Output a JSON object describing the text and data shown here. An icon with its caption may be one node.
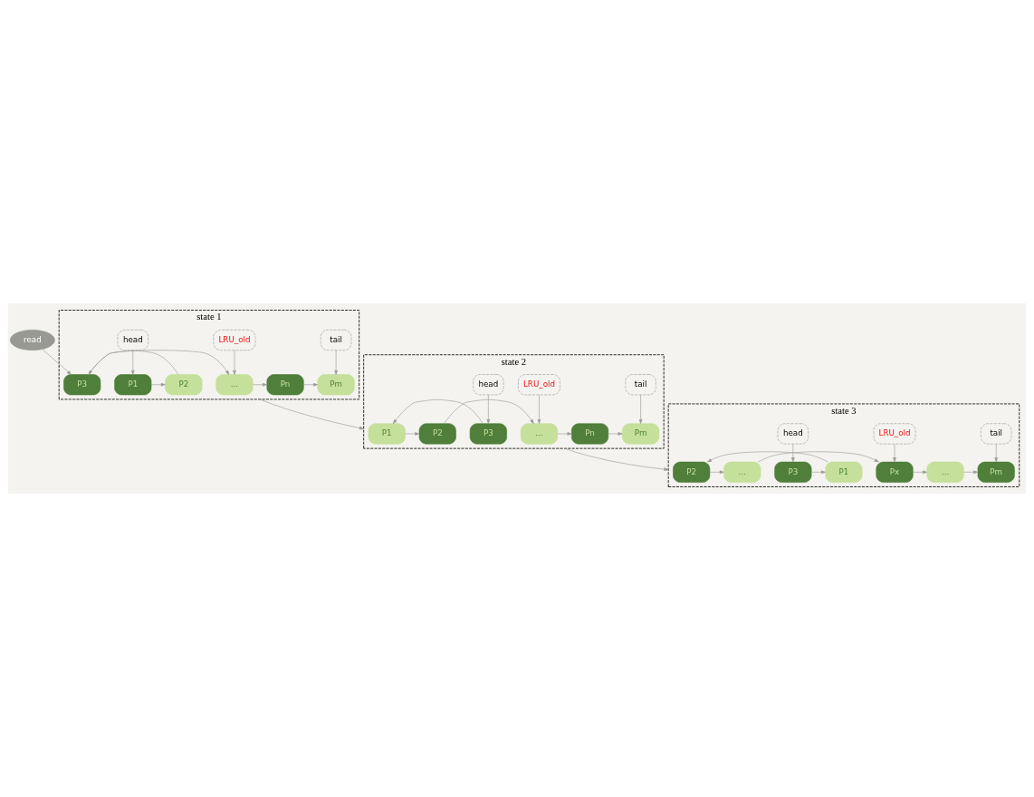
{
  "diagram": {
    "nodes": [
      {
        "text": [
          "read"
        ]
      },
      {
        "text": [
          "state 1"
        ]
      },
      {
        "text": [
          "head"
        ],
        "in": 1
      },
      {
        "text": [
          "LRU_old"
        ],
        "in": 1
      },
      {
        "text": [
          "tail"
        ],
        "in": 1
      },
      {
        "text": [
          "P1"
        ],
        "in": 1
      },
      {
        "text": [
          "P2"
        ],
        "in": 1
      },
      {
        "text": [
          "P3"
        ],
        "in": 1
      },
      {
        "text": [
          "..."
        ],
        "in": 1
      },
      {
        "text": [
          "Pn"
        ],
        "in": 1
      },
      {
        "text": [
          "Pm"
        ],
        "in": 1
      },
      {
        "text": [
          "state 2"
        ]
      },
      {
        "text": [
          "head"
        ],
        "in": 11
      },
      {
        "text": [
          "LRU_old"
        ],
        "in": 11
      },
      {
        "text": [
          "tail"
        ],
        "in": 11
      },
      {
        "text": [
          "P3"
        ],
        "in": 11
      },
      {
        "text": [
          "P1"
        ],
        "in": 11
      },
      {
        "text": [
          "P2"
        ],
        "in": 11
      },
      {
        "text": [
          "..."
        ],
        "in": 11
      },
      {
        "text": [
          "Pn"
        ],
        "in": 11
      },
      {
        "text": [
          "Pm"
        ],
        "in": 11
      },
      {
        "text": [
          "state 3"
        ]
      },
      {
        "text": [
          "head"
        ],
        "in": 21
      },
      {
        "text": [
          "LRU_old"
        ],
        "in": 21
      },
      {
        "text": [
          "tail"
        ],
        "in": 21
      },
      {
        "text": [
          "P3"
        ],
        "in": 21
      },
      {
        "text": [
          "P1"
        ],
        "in": 21
      },
      {
        "text": [
          "P2"
        ],
        "in": 21
      },
      {
        "text": [
          "..."
        ],
        "in": 21
      },
      {
        "text": [
          "Px"
        ],
        "in": 21
      },
      {
        "text": [
          "..."
        ],
        "in": 21
      },
      {
        "text": [
          "Pm"
        ],
        "in": 21
      }
    ],
    "edges": [
      {
        "from": 0,
        "to": 7,
        "arrow": "to"
      },
      {
        "from": 2,
        "to": 5,
        "arrow": "to"
      },
      {
        "from": 3,
        "to": 8,
        "arrow": "to"
      },
      {
        "from": 4,
        "to": 10,
        "arrow": "to"
      },
      {
        "from": 5,
        "to": 6,
        "arrow": "to"
      },
      {
        "from": 6,
        "to": 7,
        "arrow": "to"
      },
      {
        "from": 7,
        "to": 8,
        "arrow": "to"
      },
      {
        "from": 8,
        "to": 9,
        "arrow": "to"
      },
      {
        "from": 9,
        "to": 10,
        "arrow": "to"
      },
      {
        "from": 1,
        "to": 11,
        "arrow": "to"
      },
      {
        "from": 12,
        "to": 15,
        "arrow": "to"
      },
      {
        "from": 13,
        "to": 18,
        "arrow": "to"
      },
      {
        "from": 14,
        "to": 20,
        "arrow": "to"
      },
      {
        "from": 15,
        "to": 16,
        "arrow": "to"
      },
      {
        "from": 16,
        "to": 17,
        "arrow": "to"
      },
      {
        "from": 17,
        "to": 18,
        "arrow": "to"
      },
      {
        "from": 18,
        "to": 19,
        "arrow": "to"
      },
      {
        "from": 19,
        "to": 20,
        "arrow": "to"
      },
      {
        "from": 11,
        "to": 21,
        "arrow": "to"
      },
      {
        "from": 22,
        "to": 25,
        "arrow": "to"
      },
      {
        "from": 23,
        "to": 29,
        "arrow": "to"
      },
      {
        "from": 24,
        "to": 31,
        "arrow": "to"
      },
      {
        "from": 25,
        "to": 26,
        "arrow": "to"
      },
      {
        "from": 26,
        "to": 27,
        "arrow": "to"
      },
      {
        "from": 27,
        "to": 28,
        "arrow": "to"
      },
      {
        "from": 28,
        "to": 29,
        "arrow": "to"
      },
      {
        "from": 29,
        "to": 30,
        "arrow": "to"
      },
      {
        "from": 30,
        "to": 31,
        "arrow": "to"
      }
    ]
  }
}
